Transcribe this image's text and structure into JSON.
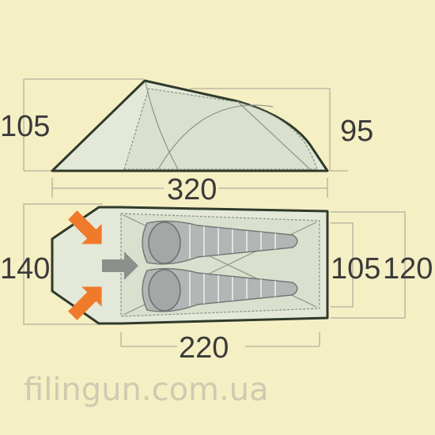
{
  "dimensions": {
    "side_height_front": "105",
    "side_height_rear": "95",
    "length": "320",
    "width_vestibule": "140",
    "inner_width_foot": "105",
    "outer_width_foot": "120",
    "inner_length": "220"
  },
  "watermark": "filingun.com.ua",
  "colors": {
    "background": "#f5efc4",
    "fly_fill": "#e3e8d9",
    "inner_fill": "#d9e0ce",
    "outline": "#2f3a2a",
    "dimension_line": "#b5ae9c",
    "arrow_orange": "#ee7a2a",
    "arrow_grey": "#8c8f8c",
    "bag_fill": "#b3b6b4",
    "bag_stripes": "#ffffff"
  }
}
